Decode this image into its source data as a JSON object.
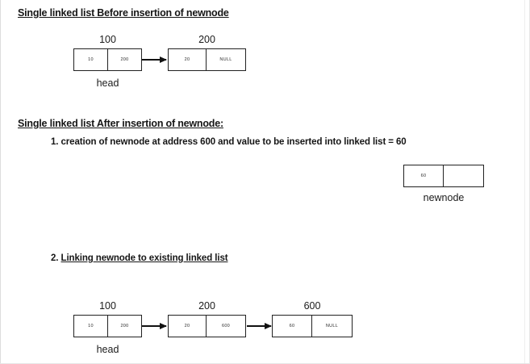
{
  "document": {
    "title": "Single linked list insertion diagram"
  },
  "sections": {
    "before": {
      "heading": "Single linked list Before insertion of newnode",
      "head_label": "head",
      "nodes": [
        {
          "address": "100",
          "data": "10",
          "next": "200"
        },
        {
          "address": "200",
          "data": "20",
          "next": "NULL"
        }
      ]
    },
    "after": {
      "heading": "Single linked list After insertion of newnode:",
      "steps": [
        {
          "number": "1.",
          "text": "creation of newnode at address 600  and value to be inserted into linked list = 60",
          "underlined": false
        },
        {
          "number": "2.",
          "text": "Linking newnode to existing linked list",
          "underlined": true
        }
      ],
      "newnode": {
        "label": "newnode",
        "data": "60",
        "next": ""
      },
      "head_label": "head",
      "nodes": [
        {
          "address": "100",
          "data": "10",
          "next": "200"
        },
        {
          "address": "200",
          "data": "20",
          "next": "600"
        },
        {
          "address": "600",
          "data": "60",
          "next": "NULL"
        }
      ]
    }
  },
  "colors": {
    "ink": "#161616",
    "box_border": "#222222",
    "background": "#ffffff"
  }
}
